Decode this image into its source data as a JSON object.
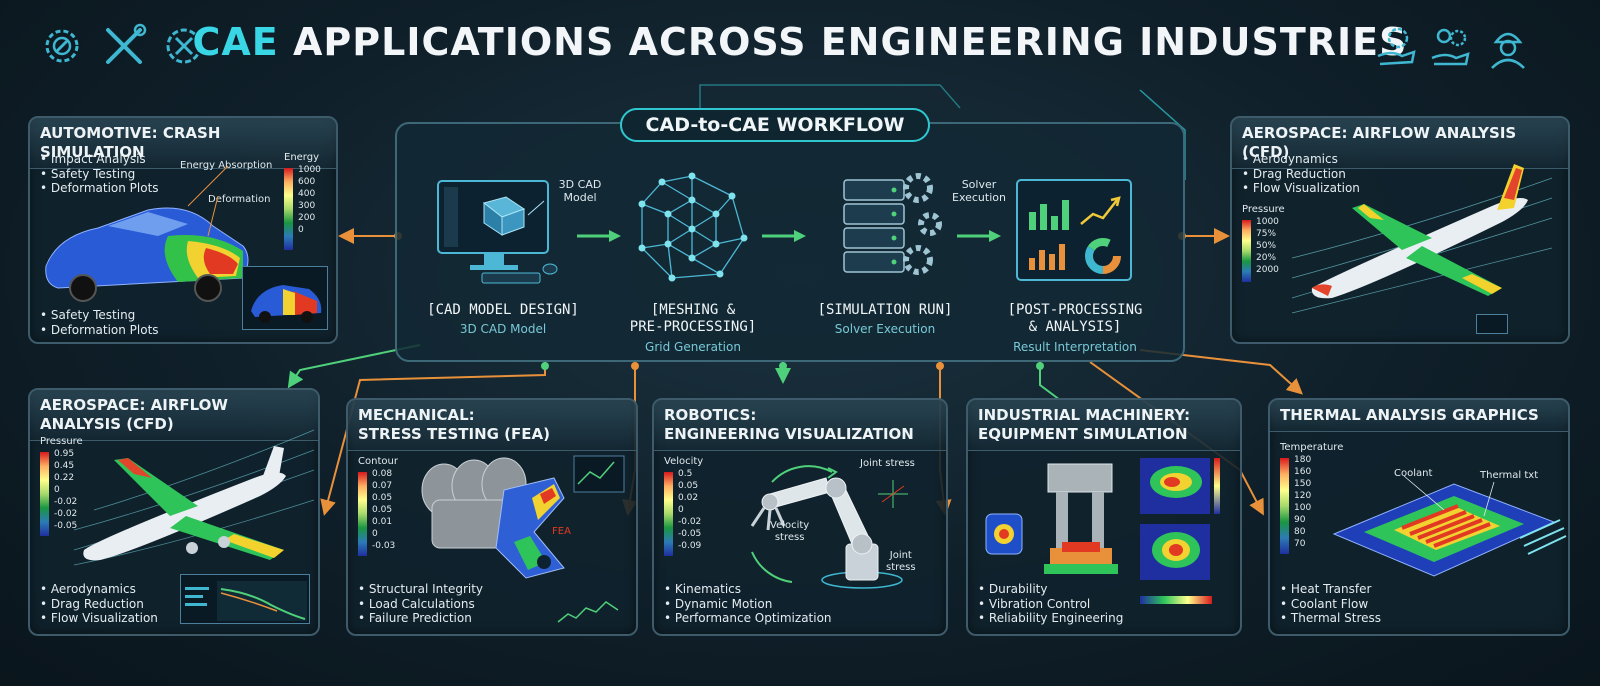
{
  "header": {
    "title_accent": "CAE",
    "title_rest": " APPLICATIONS ACROSS ENGINEERING INDUSTRIES",
    "left_icons": [
      "gear-wrench-icon",
      "crossed-tools-icon",
      "gear-cross-icon"
    ],
    "right_icons": [
      "hand-gear-icon",
      "hand-gears-icon",
      "engineer-icon"
    ]
  },
  "workflow": {
    "title": "CAD-to-CAE WORKFLOW",
    "steps": [
      {
        "label_l1": "[CAD MODEL DESIGN]",
        "label_l2": "",
        "sub": "3D CAD Model",
        "top_l1": "3D CAD",
        "top_l2": "Model"
      },
      {
        "label_l1": "[MESHING &",
        "label_l2": "PRE-PROCESSING]",
        "sub": "Grid Generation",
        "top_l1": "",
        "top_l2": ""
      },
      {
        "label_l1": "[SIMULATION RUN]",
        "label_l2": "",
        "sub": "Solver Execution",
        "top_l1": "Solver",
        "top_l2": "Execution"
      },
      {
        "label_l1": "[POST-PROCESSING",
        "label_l2": "& ANALYSIS]",
        "sub": "Result Interpretation",
        "top_l1": "",
        "top_l2": ""
      }
    ]
  },
  "panels": {
    "automotive": {
      "title": "AUTOMOTIVE: CRASH SIMULATION",
      "bullets_top": [
        "Impact Analysis",
        "Safety Testing",
        "Deformation Plots"
      ],
      "bullets_bottom": [
        "Safety Testing",
        "Deformation Plots"
      ],
      "callout1": "Energy Absorption",
      "callout2": "Deformation",
      "scale_title": "Energy",
      "scale_values": [
        "1000",
        "600",
        "400",
        "300",
        "200",
        "0"
      ]
    },
    "aero_top": {
      "title": "AEROSPACE: AIRFLOW ANALYSIS (CFD)",
      "bullets": [
        "Aerodynamics",
        "Drag Reduction",
        "Flow Visualization"
      ],
      "scale_title": "Pressure",
      "scale_values": [
        "1000",
        "75%",
        "50%",
        "20%",
        "2000"
      ]
    },
    "aero_bottom": {
      "title": "AEROSPACE: AIRFLOW ANALYSIS (CFD)",
      "bullets": [
        "Aerodynamics",
        "Drag Reduction",
        "Flow Visualization"
      ],
      "scale_title": "Pressure",
      "scale_values": [
        "0.95",
        "0.45",
        "0.22",
        "0",
        "-0.02",
        "-0.02",
        "-0.05"
      ]
    },
    "mechanical": {
      "title_l1": "MECHANICAL:",
      "title_l2": "STRESS TESTING (FEA)",
      "bullets": [
        "Structural Integrity",
        "Load Calculations",
        "Failure Prediction"
      ],
      "scale_title": "Contour",
      "scale_values": [
        "0.08",
        "0.07",
        "0.05",
        "0.05",
        "0.01",
        "0",
        "-0.03"
      ],
      "callout": "FEA"
    },
    "robotics": {
      "title_l1": "ROBOTICS:",
      "title_l2": "ENGINEERING VISUALIZATION",
      "bullets": [
        "Kinematics",
        "Dynamic Motion",
        "Performance Optimization"
      ],
      "scale_title": "Velocity",
      "scale_values": [
        "0.5",
        "0.05",
        "0.02",
        "0",
        "-0.02",
        "-0.05",
        "-0.09"
      ],
      "callout1": "Joint stress",
      "callout2_l1": "Velocity",
      "callout2_l2": "stress",
      "callout3_l1": "Joint",
      "callout3_l2": "stress"
    },
    "industrial": {
      "title_l1": "INDUSTRIAL MACHINERY:",
      "title_l2": "EQUIPMENT SIMULATION",
      "bullets": [
        "Durability",
        "Vibration Control",
        "Reliability Engineering"
      ]
    },
    "thermal": {
      "title": "THERMAL ANALYSIS GRAPHICS",
      "bullets": [
        "Heat Transfer",
        "Coolant Flow",
        "Thermal Stress"
      ],
      "scale_title": "Temperature",
      "scale_values": [
        "180",
        "160",
        "150",
        "120",
        "100",
        "90",
        "80",
        "70"
      ],
      "callout1": "Coolant",
      "callout2": "Thermal txt"
    }
  },
  "colors": {
    "accent": "#39d6e6",
    "connector_orange": "#e8913a",
    "connector_green": "#4fd07a",
    "panel_border": "#3d5b6a"
  }
}
